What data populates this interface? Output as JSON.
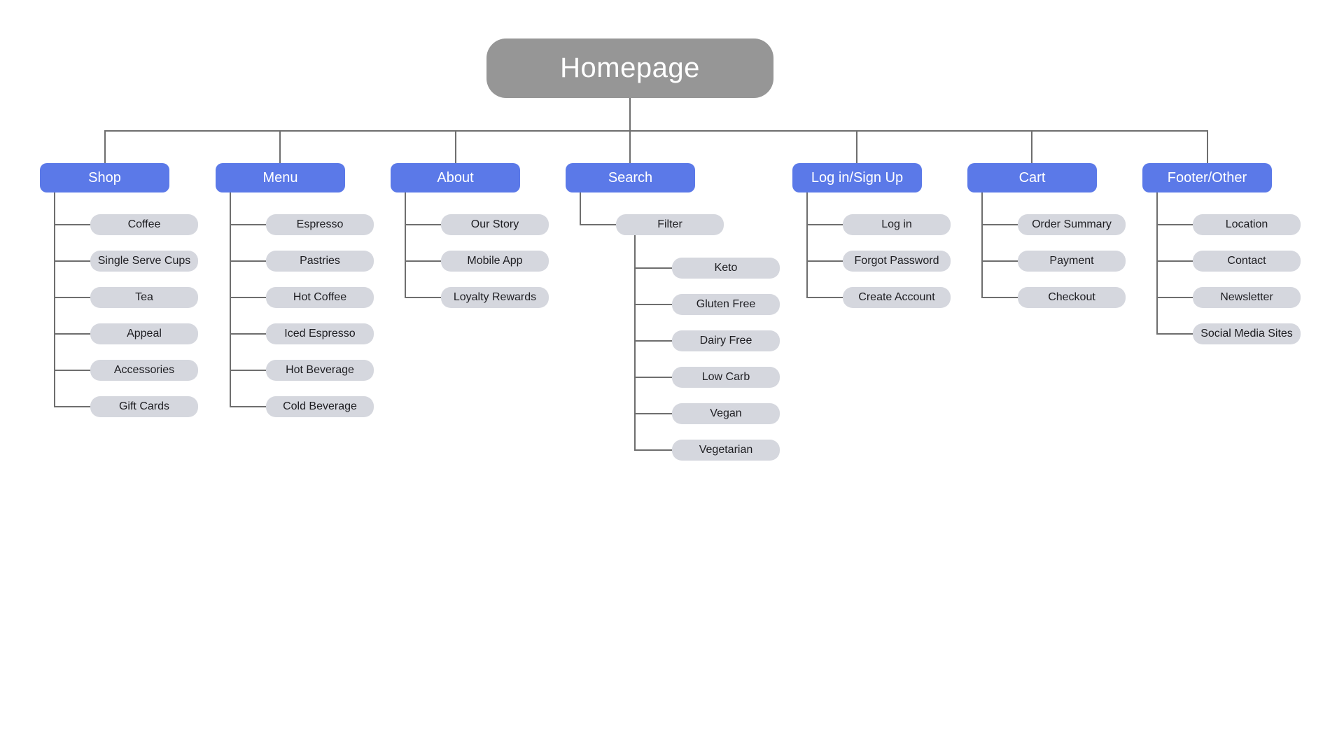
{
  "diagram": {
    "type": "sitemap-tree",
    "colors": {
      "root_bg": "#969696",
      "section_bg": "#5b79e8",
      "child_bg": "#d5d7de",
      "connector": "#6e6e6e",
      "text_light": "#ffffff",
      "text_dark": "#1d1d21"
    },
    "root": {
      "label": "Homepage"
    },
    "sections": [
      {
        "label": "Shop",
        "children": [
          "Coffee",
          "Single Serve Cups",
          "Tea",
          "Appeal",
          "Accessories",
          "Gift Cards"
        ]
      },
      {
        "label": "Menu",
        "children": [
          "Espresso",
          "Pastries",
          "Hot Coffee",
          "Iced Espresso",
          "Hot Beverage",
          "Cold Beverage"
        ]
      },
      {
        "label": "About",
        "children": [
          "Our Story",
          "Mobile App",
          "Loyalty Rewards"
        ]
      },
      {
        "label": "Search",
        "children": [
          "Filter"
        ],
        "filter_children": [
          "Keto",
          "Gluten Free",
          "Dairy Free",
          "Low Carb",
          "Vegan",
          "Vegetarian"
        ]
      },
      {
        "label": "Log in/Sign Up",
        "children": [
          "Log in",
          "Forgot Password",
          "Create Account"
        ]
      },
      {
        "label": "Cart",
        "children": [
          "Order Summary",
          "Payment",
          "Checkout"
        ]
      },
      {
        "label": "Footer/Other",
        "children": [
          "Location",
          "Contact",
          "Newsletter",
          "Social Media Sites"
        ]
      }
    ]
  }
}
